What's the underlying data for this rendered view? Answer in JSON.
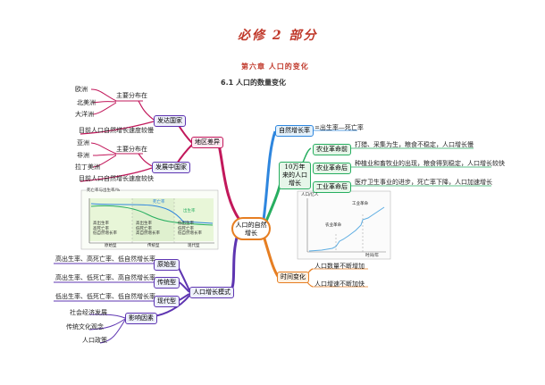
{
  "header": {
    "title": "必修 2 部分",
    "chapter": "第六章  人口的变化",
    "section": "6.1 人口的数量变化"
  },
  "center": {
    "label": "人口的自然增长"
  },
  "left": {
    "regional": {
      "label": "地区差异",
      "developed": {
        "label": "发达国家",
        "distribution": "主要分布在",
        "places": [
          "欧洲",
          "北美洲",
          "大洋洲"
        ],
        "growth": "目前人口自然增长速度较慢"
      },
      "developing": {
        "label": "发展中国家",
        "distribution": "主要分布在",
        "places": [
          "亚洲",
          "非洲",
          "拉丁美洲"
        ],
        "growth": "目前人口自然增长速度较快"
      }
    },
    "mini_chart": {
      "title": "死亡率与出生率/%",
      "legend": [
        [
          "高出生率",
          "高死亡率",
          "低自然增长率"
        ],
        [
          "高出生率",
          "低死亡率",
          "高自然增长率"
        ],
        [
          "低出生率",
          "低死亡率",
          "低自然增长率"
        ]
      ],
      "stages": [
        "原始型",
        "传统型",
        "现代型"
      ],
      "series_labels": [
        "死亡率",
        "出生率"
      ]
    },
    "pattern": {
      "label": "人口增长模式",
      "types": [
        {
          "name": "原始型",
          "desc": "高出生率、高死亡率、低自然增长率"
        },
        {
          "name": "传统型",
          "desc": "高出生率、低死亡率、高自然增长率"
        },
        {
          "name": "现代型",
          "desc": "低出生率、低死亡率、低自然增长率"
        }
      ],
      "factors_label": "影响因素",
      "factors": [
        "社会经济发展",
        "传统文化观念",
        "人口政策"
      ]
    }
  },
  "right": {
    "natural": {
      "label": "自然增长率",
      "formula": "=出生率—死亡率"
    },
    "history": {
      "label": "10万年来的人口增长",
      "stages": [
        {
          "name": "农业革命前",
          "desc": "打猎、采集为生，粮食不稳定，人口增长慢"
        },
        {
          "name": "农业革命后",
          "desc": "种植业和畜牧业的出现，粮食得到稳定，人口增长较快"
        },
        {
          "name": "工业革命后",
          "desc": "医疗卫生事业的进步，死亡率下降，人口加速增长"
        }
      ]
    },
    "chart": {
      "ylabel": "人口/亿人",
      "annotations": [
        "农业革命",
        "工业革命"
      ],
      "xlabel": "时间/年"
    },
    "time": {
      "label": "时间变化",
      "items": [
        "人口数量不断增加",
        "人口增速不断加快"
      ]
    }
  },
  "colors": {
    "title": "#c0392b",
    "blue_branch": "#2e86de",
    "green_branch": "#27ae60",
    "purple_branch": "#8e44ad",
    "magenta_branch": "#c2185b",
    "orange_branch": "#e67e22"
  }
}
